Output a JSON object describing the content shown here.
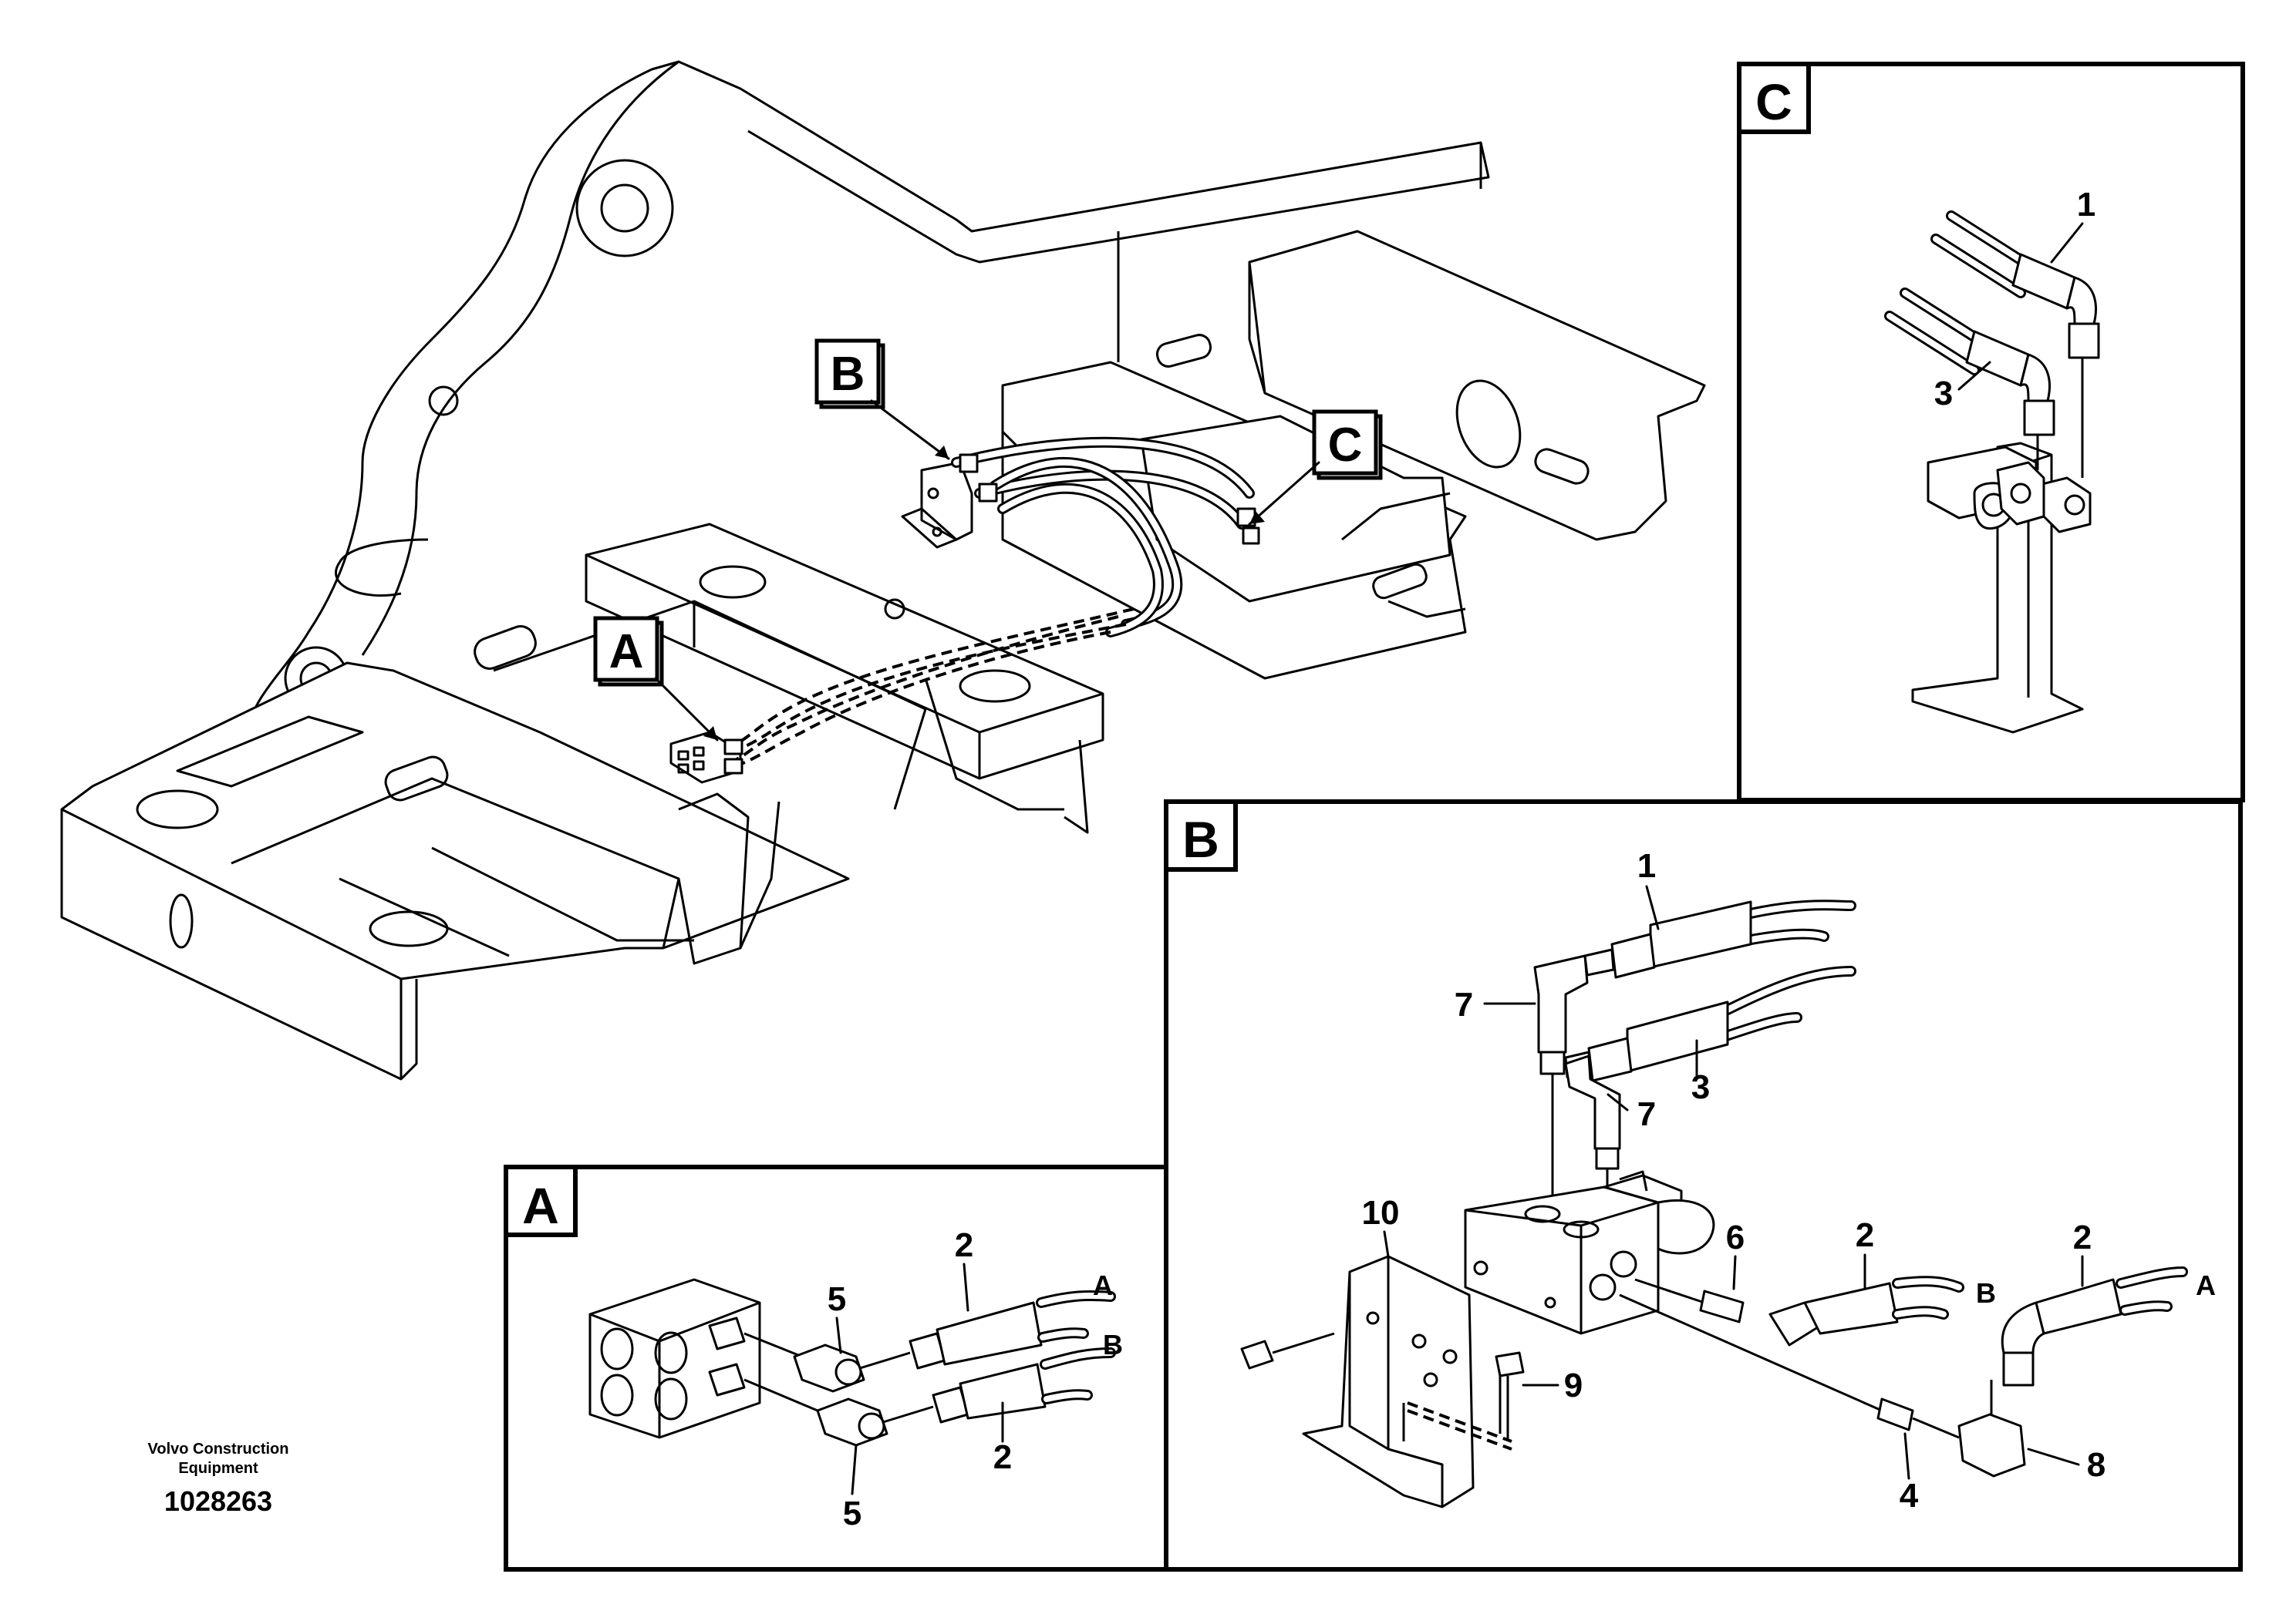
{
  "publisher": {
    "line1": "Volvo Construction",
    "line2": "Equipment",
    "drawing_number": "1028263"
  },
  "overview_callouts": {
    "a": "A",
    "b": "B",
    "c": "C"
  },
  "panel_a": {
    "title": "A",
    "parts": {
      "hose_top": "2",
      "hose_bottom": "2",
      "fitting_top": "5",
      "fitting_bottom": "5"
    },
    "ports": {
      "a": "A",
      "b": "B"
    }
  },
  "panel_b": {
    "title": "B",
    "parts": {
      "hose_top": "1",
      "hose_mid": "3",
      "elbow_left": "7",
      "elbow_right": "7",
      "bracket": "10",
      "bolt": "9",
      "nipple_6": "6",
      "hose_b": "2",
      "hose_a": "2",
      "nipple_4": "4",
      "elbow_8": "8"
    },
    "ports": {
      "a": "A",
      "b": "B"
    }
  },
  "panel_c": {
    "title": "C",
    "parts": {
      "hose_1": "1",
      "hose_3": "3"
    }
  }
}
